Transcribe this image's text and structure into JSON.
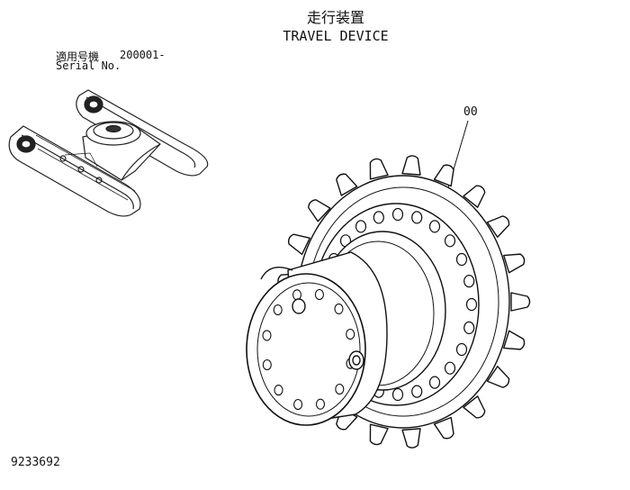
{
  "title": {
    "japanese": "走行装置",
    "english": "TRAVEL DEVICE"
  },
  "serial": {
    "label_japanese": "適用号機",
    "value": "200001-",
    "label_english": "Serial No."
  },
  "callout": {
    "part_number": "00"
  },
  "document": {
    "number": "9233692"
  }
}
